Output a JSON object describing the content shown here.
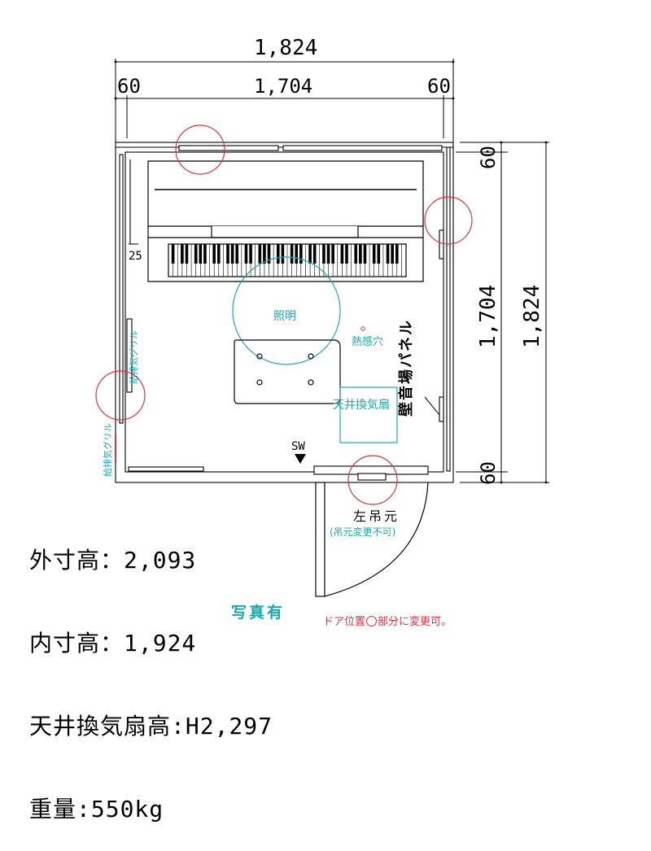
{
  "dimensions": {
    "outer_width": "1,824",
    "wall_left": "60",
    "inner_width": "1,704",
    "wall_right": "60",
    "outer_depth": "1,824",
    "inner_depth": "1,704",
    "wall_top": "60",
    "wall_bottom": "60",
    "offset": "25"
  },
  "labels": {
    "lighting": "照明",
    "heat_sensor": "熱感穴",
    "ceiling_fan": "天井換気扇",
    "soundproof_panel": "壁音場パネル",
    "intake_grille": "給排気グリル",
    "exhaust_grille": "給排気グリル",
    "switch": "SW",
    "hinge_side": "左吊元",
    "hinge_note": "(吊元変更不可)"
  },
  "specs": [
    "外寸高：2,093",
    "内寸高：1,924",
    "天井換気扇高:H2,297",
    "重量:550kg"
  ],
  "footer": {
    "photo": "写真有",
    "door_note_before": "ドア位置",
    "door_note_after": "部分に変更可。"
  },
  "colors": {
    "accent": "#19aab0",
    "highlight": "#e0333f",
    "line": "#000000"
  }
}
